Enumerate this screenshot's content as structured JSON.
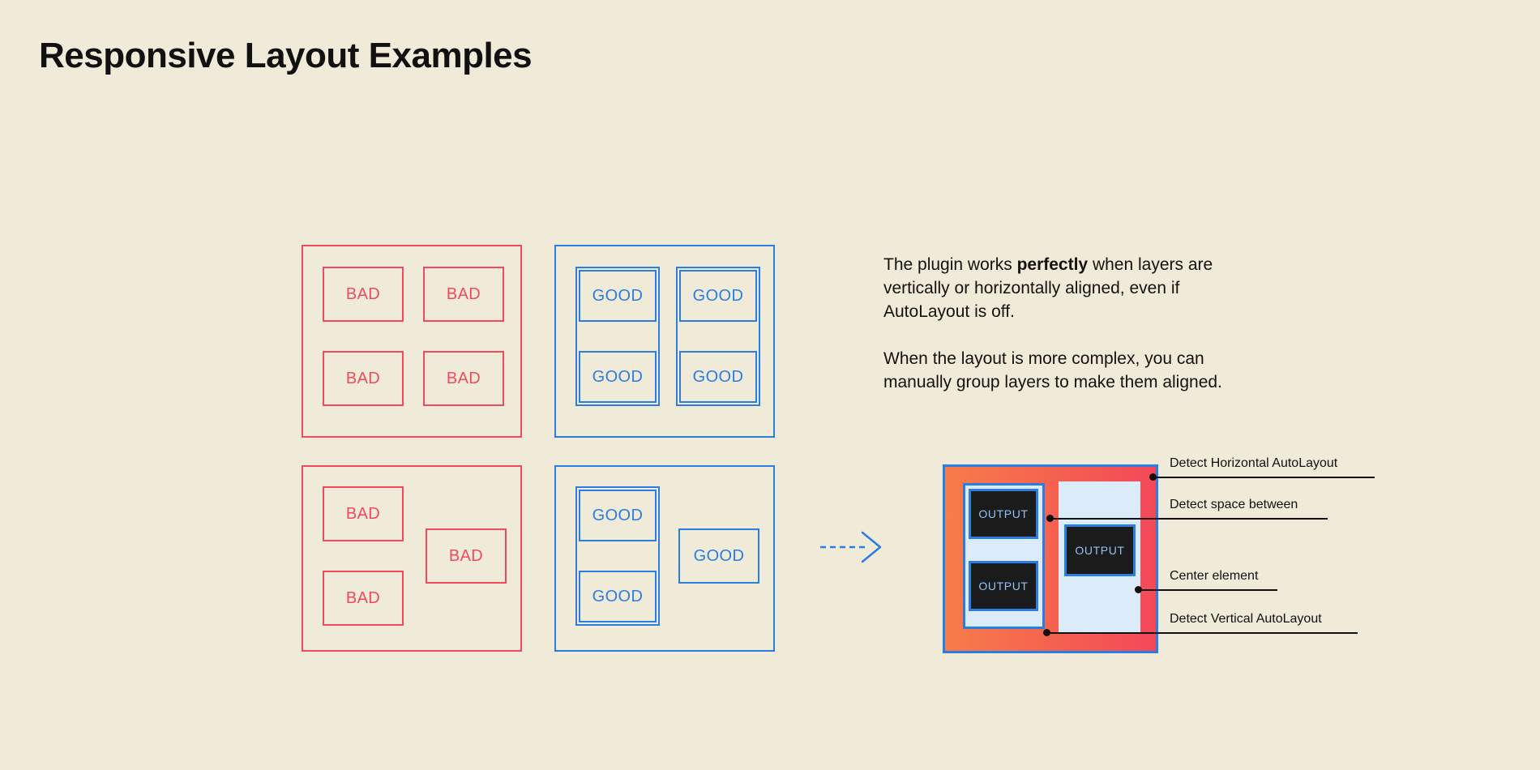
{
  "page": {
    "title": "Responsive Layout Examples",
    "background_color": "#f0ead9",
    "bad_color": "#ef4b5e",
    "good_color": "#2a7de1",
    "text_color": "#14110e"
  },
  "examples": {
    "grid_bad": {
      "label": "bad-grid-example",
      "cells": [
        {
          "text": "BAD"
        },
        {
          "text": "BAD"
        },
        {
          "text": "BAD"
        },
        {
          "text": "BAD"
        }
      ]
    },
    "grid_good": {
      "label": "good-grid-example",
      "cells": [
        {
          "text": "GOOD"
        },
        {
          "text": "GOOD"
        },
        {
          "text": "GOOD"
        },
        {
          "text": "GOOD"
        }
      ]
    },
    "complex_bad": {
      "label": "bad-complex-example",
      "cells": [
        {
          "text": "BAD"
        },
        {
          "text": "BAD"
        },
        {
          "text": "BAD"
        }
      ]
    },
    "complex_good": {
      "label": "good-complex-example",
      "cells": [
        {
          "text": "GOOD"
        },
        {
          "text": "GOOD"
        },
        {
          "text": "GOOD"
        }
      ]
    }
  },
  "explanation": {
    "paragraph1_part1": "The plugin works ",
    "paragraph1_bold": "perfectly",
    "paragraph1_part2": " when layers are vertically or horizontally aligned, even if AutoLayout is off.",
    "paragraph2": "When the layout is more complex, you can manually group layers to make them aligned."
  },
  "arrow": {
    "icon": "dashed-arrow-right-icon",
    "color": "#2a7de1",
    "style": "dashed"
  },
  "result": {
    "label": "detection-result-diagram",
    "gradient_from": "#f77d4a",
    "gradient_to": "#f4485a",
    "border_color": "#2a7de1",
    "output_boxes": [
      {
        "text": "OUTPUT"
      },
      {
        "text": "OUTPUT"
      },
      {
        "text": "OUTPUT"
      }
    ],
    "callouts": [
      {
        "label": "Detect Horizontal AutoLayout"
      },
      {
        "label": "Detect space between"
      },
      {
        "label": "Center element"
      },
      {
        "label": "Detect Vertical AutoLayout"
      }
    ]
  }
}
